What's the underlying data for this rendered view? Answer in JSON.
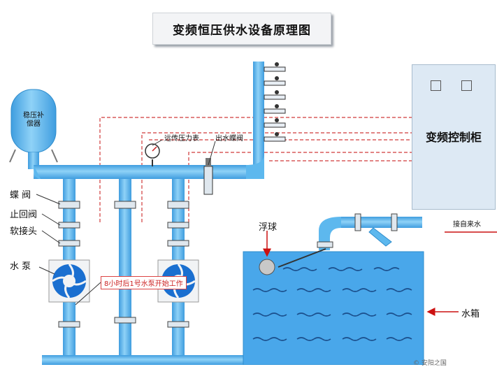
{
  "title": "变频恒压供水设备原理图",
  "labels": {
    "stabilizer_tank": "稳压补\n偿器",
    "control_cabinet": "变频控制柜",
    "butterfly_valve": "蝶  阀",
    "check_valve": "止回阀",
    "flexible_joint": "软接头",
    "water_pump": "水  泵",
    "remote_gauge": "远传压力表",
    "outlet_valve": "出水蝶阀",
    "float_ball": "浮球",
    "city_water_inlet": "接自来水",
    "water_tank": "水箱"
  },
  "callout": "8小时后1号水泵开始工作",
  "watermark": "©  安阳之国",
  "colors": {
    "pipe": "#5db8ee",
    "pipe_dark": "#2f8ccc",
    "tank_water": "#4aa8ea",
    "wave": "#1b4f8c",
    "signal_line": "#d03a3a",
    "arrow": "#cc1111"
  },
  "icons": [
    "gauge-icon",
    "pump-impeller-icon",
    "valve-icon",
    "float-ball-icon"
  ]
}
